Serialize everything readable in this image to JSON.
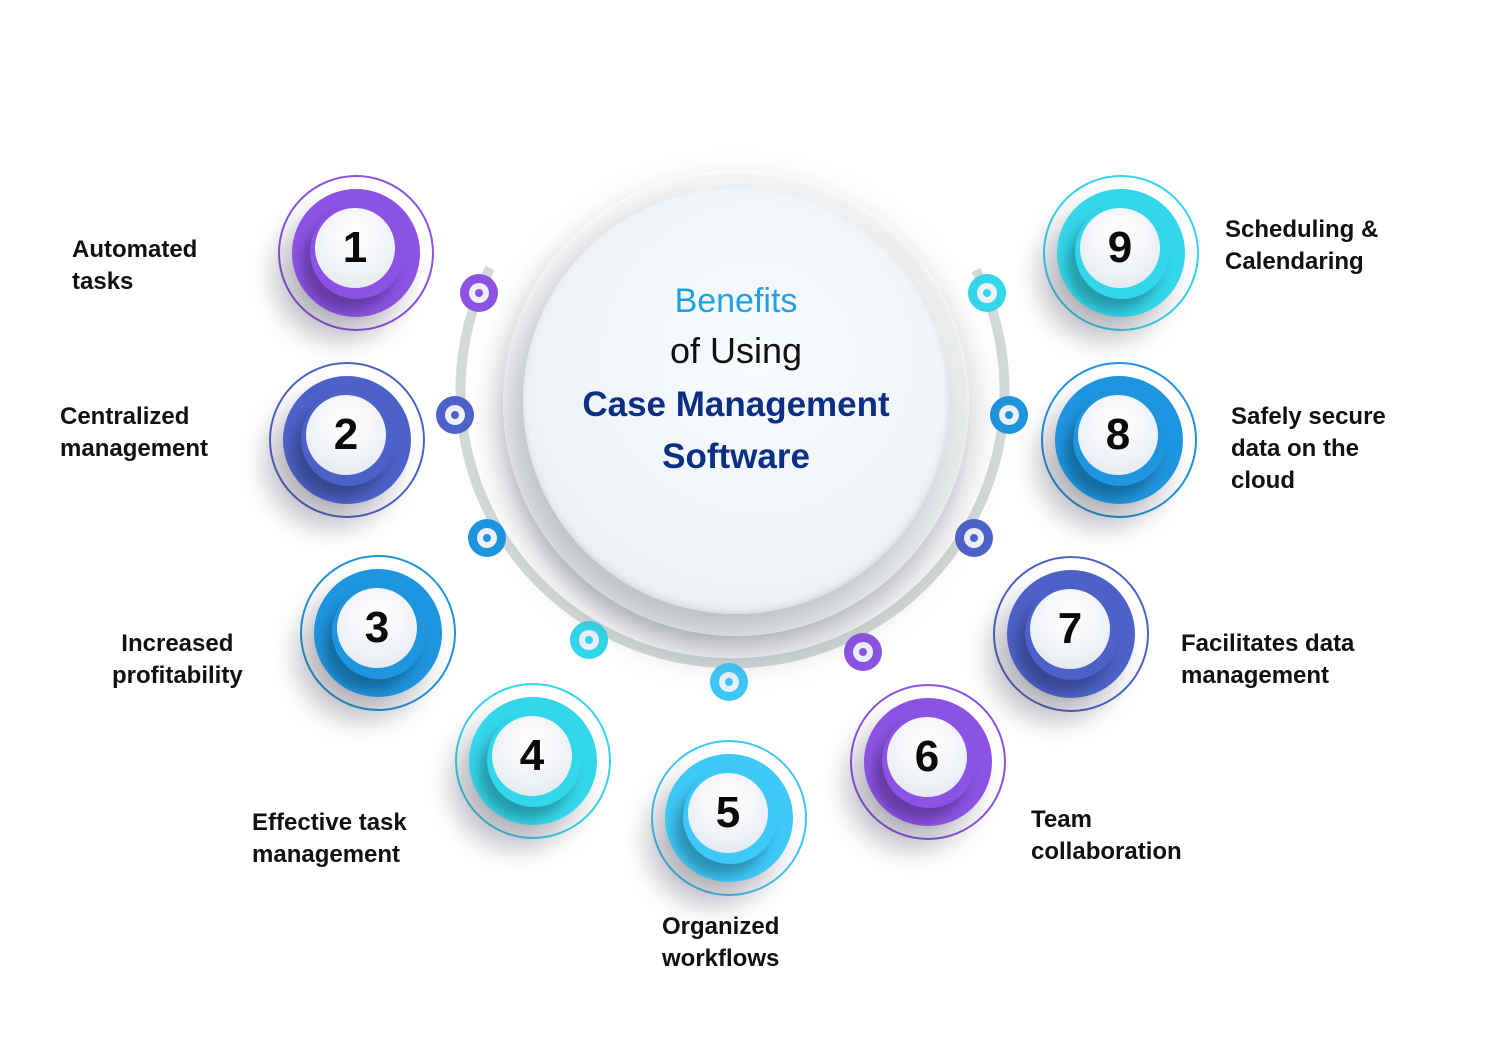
{
  "title": {
    "line1": "Benefits",
    "line2": "of Using",
    "line3": "Case Management",
    "line4": "Software"
  },
  "colors": {
    "purple": "#8c52e3",
    "indigo": "#4d62c8",
    "blue": "#1e95de",
    "cyan": "#33d6ea",
    "sky": "#3dc8f7",
    "title_accent": "#1fa1e2",
    "title_dark": "#0c2f86",
    "track": "#d4d9d8"
  },
  "benefits": [
    {
      "number": "1",
      "line1": "Automated",
      "line2": "tasks",
      "line3": "",
      "color": "#8c52e3"
    },
    {
      "number": "2",
      "line1": "Centralized",
      "line2": "management",
      "line3": "",
      "color": "#4d62c8"
    },
    {
      "number": "3",
      "line1": "Increased",
      "line2": "profitability",
      "line3": "",
      "color": "#1e95de"
    },
    {
      "number": "4",
      "line1": "Effective task",
      "line2": "management",
      "line3": "",
      "color": "#33d6ea"
    },
    {
      "number": "5",
      "line1": "Organized",
      "line2": "workflows",
      "line3": "",
      "color": "#3dc8f7"
    },
    {
      "number": "6",
      "line1": "Team",
      "line2": "collaboration",
      "line3": "",
      "color": "#8c52e3"
    },
    {
      "number": "7",
      "line1": "Facilitates data",
      "line2": "management",
      "line3": "",
      "color": "#4d62c8"
    },
    {
      "number": "8",
      "line1": "Safely secure",
      "line2": "data on the",
      "line3": "cloud",
      "color": "#1e95de"
    },
    {
      "number": "9",
      "line1": "Scheduling &",
      "line2": "Calendaring",
      "line3": "",
      "color": "#33d6ea"
    }
  ],
  "track_dots": [
    {
      "color": "#8c52e3"
    },
    {
      "color": "#4d62c8"
    },
    {
      "color": "#1e95de"
    },
    {
      "color": "#33d6ea"
    },
    {
      "color": "#3dc8f7"
    },
    {
      "color": "#8c52e3"
    },
    {
      "color": "#4d62c8"
    },
    {
      "color": "#1e95de"
    },
    {
      "color": "#33d6ea"
    }
  ]
}
